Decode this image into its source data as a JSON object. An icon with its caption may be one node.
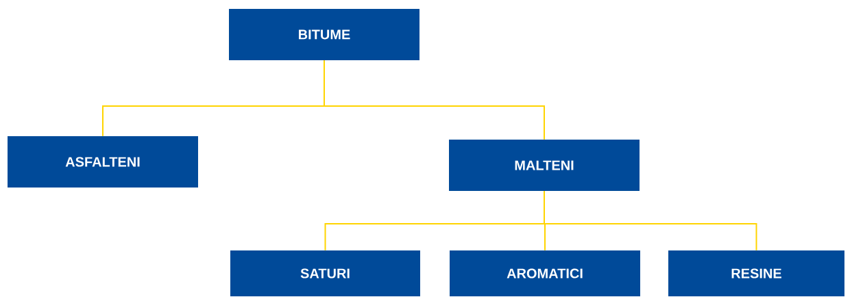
{
  "diagram": {
    "nodes": [
      {
        "text": [
          "BITUME"
        ]
      },
      {
        "text": [
          "ASFALTENI"
        ]
      },
      {
        "text": [
          "MALTENI"
        ]
      },
      {
        "text": [
          "SATURI"
        ]
      },
      {
        "text": [
          "AROMATICI"
        ]
      },
      {
        "text": [
          "RESINE"
        ]
      }
    ],
    "edges": [
      {
        "from": 0,
        "to": 1,
        "arrow": "none"
      },
      {
        "from": 0,
        "to": 2,
        "arrow": "none"
      },
      {
        "from": 2,
        "to": 3,
        "arrow": "none"
      },
      {
        "from": 2,
        "to": 4,
        "arrow": "none"
      },
      {
        "from": 2,
        "to": 5,
        "arrow": "none"
      }
    ]
  }
}
